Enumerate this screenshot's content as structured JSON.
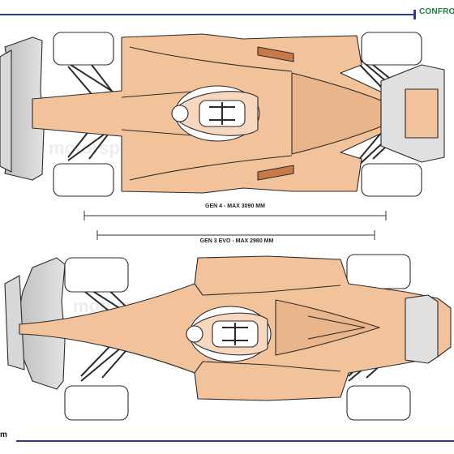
{
  "header": {
    "title": "CONFRONT"
  },
  "footer": {
    "brand": "m"
  },
  "labels": {
    "gen4": "GEN 4 - MAX 3090 MM",
    "gen3": "GEN 3 EVO - MAX 2980 MM"
  },
  "watermark": "motorsport",
  "colors": {
    "body": "#f2c29b",
    "outline": "#2b2b2b",
    "tire": "#ffffff",
    "wing": "#c9c9c9",
    "accent": "#2f3a8f",
    "title": "#1e7a4a"
  }
}
